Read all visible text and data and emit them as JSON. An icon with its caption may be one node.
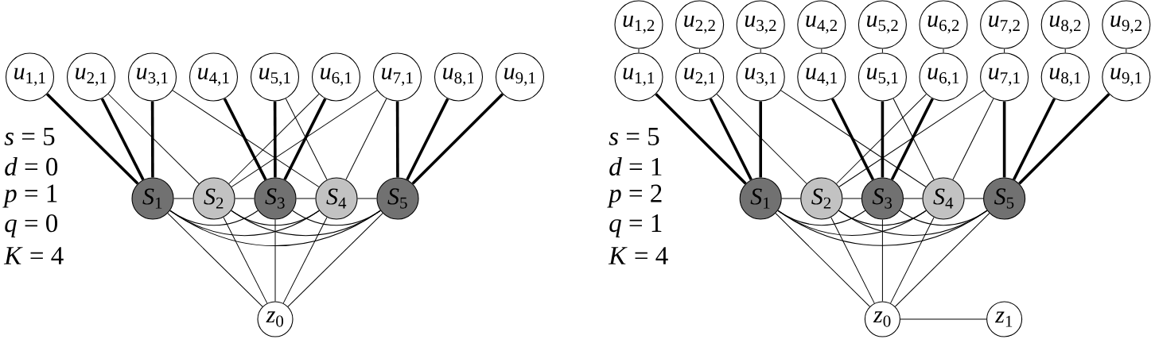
{
  "diagram": {
    "nodes": [
      {
        "text": [
          "*u*$_{1,1}$"
        ]
      },
      {
        "text": [
          "*u*$_{2,1}$"
        ]
      },
      {
        "text": [
          "*u*$_{3,1}$"
        ]
      },
      {
        "text": [
          "*u*$_{4,1}$"
        ]
      },
      {
        "text": [
          "*u*$_{5,1}$"
        ]
      },
      {
        "text": [
          "*u*$_{6,1}$"
        ]
      },
      {
        "text": [
          "*u*$_{7,1}$"
        ]
      },
      {
        "text": [
          "*u*$_{8,1}$"
        ]
      },
      {
        "text": [
          "*u*$_{9,1}$"
        ]
      },
      {
        "text": [
          "*S*$_{1}$"
        ]
      },
      {
        "text": [
          "*S*$_{2}$"
        ]
      },
      {
        "text": [
          "*S*$_{3}$"
        ]
      },
      {
        "text": [
          "*S*$_{4}$"
        ]
      },
      {
        "text": [
          "*S*$_{5}$"
        ]
      },
      {
        "text": [
          "*z*$_{0}$"
        ]
      },
      {
        "text": [
          "*u*$_{1,2}$"
        ]
      },
      {
        "text": [
          "*u*$_{2,2}$"
        ]
      },
      {
        "text": [
          "*u*$_{3,2}$"
        ]
      },
      {
        "text": [
          "*u*$_{4,2}$"
        ]
      },
      {
        "text": [
          "*u*$_{5,2}$"
        ]
      },
      {
        "text": [
          "*u*$_{6,2}$"
        ]
      },
      {
        "text": [
          "*u*$_{7,2}$"
        ]
      },
      {
        "text": [
          "*u*$_{8,2}$"
        ]
      },
      {
        "text": [
          "*u*$_{9,2}$"
        ]
      },
      {
        "text": [
          "*u*$_{1,1}$"
        ]
      },
      {
        "text": [
          "*u*$_{2,1}$"
        ]
      },
      {
        "text": [
          "*u*$_{3,1}$"
        ]
      },
      {
        "text": [
          "*u*$_{4,1}$"
        ]
      },
      {
        "text": [
          "*u*$_{5,1}$"
        ]
      },
      {
        "text": [
          "*u*$_{6,1}$"
        ]
      },
      {
        "text": [
          "*u*$_{7,1}$"
        ]
      },
      {
        "text": [
          "*u*$_{8,1}$"
        ]
      },
      {
        "text": [
          "*u*$_{9,1}$"
        ]
      },
      {
        "text": [
          "*S*$_{1}$"
        ]
      },
      {
        "text": [
          "*S*$_{2}$"
        ]
      },
      {
        "text": [
          "*S*$_{3}$"
        ]
      },
      {
        "text": [
          "*S*$_{4}$"
        ]
      },
      {
        "text": [
          "*S*$_{5}$"
        ]
      },
      {
        "text": [
          "*z*$_{0}$"
        ]
      },
      {
        "text": [
          "*z*$_{1}$"
        ]
      }
    ],
    "edges": [
      {
        "from": 0,
        "to": 9,
        "arrow": "none",
        "style": "thick"
      },
      {
        "from": 1,
        "to": 9,
        "arrow": "none",
        "style": "thick"
      },
      {
        "from": 1,
        "to": 10,
        "arrow": "none"
      },
      {
        "from": 2,
        "to": 9,
        "arrow": "none",
        "style": "thick"
      },
      {
        "from": 2,
        "to": 12,
        "arrow": "none"
      },
      {
        "from": 3,
        "to": 11,
        "arrow": "none",
        "style": "thick"
      },
      {
        "from": 4,
        "to": 11,
        "arrow": "none",
        "style": "thick"
      },
      {
        "from": 4,
        "to": 12,
        "arrow": "none"
      },
      {
        "from": 5,
        "to": 10,
        "arrow": "none"
      },
      {
        "from": 5,
        "to": 11,
        "arrow": "none",
        "style": "thick"
      },
      {
        "from": 6,
        "to": 10,
        "arrow": "none"
      },
      {
        "from": 6,
        "to": 12,
        "arrow": "none"
      },
      {
        "from": 6,
        "to": 13,
        "arrow": "none",
        "style": "thick"
      },
      {
        "from": 7,
        "to": 13,
        "arrow": "none",
        "style": "thick"
      },
      {
        "from": 8,
        "to": 13,
        "arrow": "none",
        "style": "thick"
      },
      {
        "from": 9,
        "to": 10,
        "arrow": "none"
      },
      {
        "from": 10,
        "to": 11,
        "arrow": "none"
      },
      {
        "from": 11,
        "to": 12,
        "arrow": "none"
      },
      {
        "from": 12,
        "to": 13,
        "arrow": "none"
      },
      {
        "from": 9,
        "to": 11,
        "arrow": "none"
      },
      {
        "from": 9,
        "to": 12,
        "arrow": "none"
      },
      {
        "from": 9,
        "to": 13,
        "arrow": "none"
      },
      {
        "from": 10,
        "to": 12,
        "arrow": "none"
      },
      {
        "from": 10,
        "to": 13,
        "arrow": "none"
      },
      {
        "from": 11,
        "to": 13,
        "arrow": "none"
      },
      {
        "from": 9,
        "to": 14,
        "arrow": "none"
      },
      {
        "from": 10,
        "to": 14,
        "arrow": "none"
      },
      {
        "from": 11,
        "to": 14,
        "arrow": "none"
      },
      {
        "from": 12,
        "to": 14,
        "arrow": "none"
      },
      {
        "from": 13,
        "to": 14,
        "arrow": "none"
      },
      {
        "from": 15,
        "to": 24,
        "arrow": "none"
      },
      {
        "from": 16,
        "to": 25,
        "arrow": "none"
      },
      {
        "from": 17,
        "to": 26,
        "arrow": "none"
      },
      {
        "from": 18,
        "to": 27,
        "arrow": "none"
      },
      {
        "from": 19,
        "to": 28,
        "arrow": "none"
      },
      {
        "from": 20,
        "to": 29,
        "arrow": "none"
      },
      {
        "from": 21,
        "to": 30,
        "arrow": "none"
      },
      {
        "from": 22,
        "to": 31,
        "arrow": "none"
      },
      {
        "from": 23,
        "to": 32,
        "arrow": "none"
      },
      {
        "from": 24,
        "to": 33,
        "arrow": "none",
        "style": "thick"
      },
      {
        "from": 25,
        "to": 33,
        "arrow": "none",
        "style": "thick"
      },
      {
        "from": 25,
        "to": 34,
        "arrow": "none"
      },
      {
        "from": 26,
        "to": 33,
        "arrow": "none",
        "style": "thick"
      },
      {
        "from": 26,
        "to": 36,
        "arrow": "none"
      },
      {
        "from": 27,
        "to": 35,
        "arrow": "none",
        "style": "thick"
      },
      {
        "from": 28,
        "to": 35,
        "arrow": "none",
        "style": "thick"
      },
      {
        "from": 28,
        "to": 36,
        "arrow": "none"
      },
      {
        "from": 29,
        "to": 34,
        "arrow": "none"
      },
      {
        "from": 29,
        "to": 35,
        "arrow": "none",
        "style": "thick"
      },
      {
        "from": 30,
        "to": 34,
        "arrow": "none"
      },
      {
        "from": 30,
        "to": 36,
        "arrow": "none"
      },
      {
        "from": 30,
        "to": 37,
        "arrow": "none",
        "style": "thick"
      },
      {
        "from": 31,
        "to": 37,
        "arrow": "none",
        "style": "thick"
      },
      {
        "from": 32,
        "to": 37,
        "arrow": "none",
        "style": "thick"
      },
      {
        "from": 33,
        "to": 34,
        "arrow": "none"
      },
      {
        "from": 34,
        "to": 35,
        "arrow": "none"
      },
      {
        "from": 35,
        "to": 36,
        "arrow": "none"
      },
      {
        "from": 36,
        "to": 37,
        "arrow": "none"
      },
      {
        "from": 33,
        "to": 35,
        "arrow": "none"
      },
      {
        "from": 33,
        "to": 36,
        "arrow": "none"
      },
      {
        "from": 33,
        "to": 37,
        "arrow": "none"
      },
      {
        "from": 34,
        "to": 36,
        "arrow": "none"
      },
      {
        "from": 34,
        "to": 37,
        "arrow": "none"
      },
      {
        "from": 35,
        "to": 37,
        "arrow": "none"
      },
      {
        "from": 33,
        "to": 38,
        "arrow": "none"
      },
      {
        "from": 34,
        "to": 38,
        "arrow": "none"
      },
      {
        "from": 35,
        "to": 38,
        "arrow": "none"
      },
      {
        "from": 36,
        "to": 38,
        "arrow": "none"
      },
      {
        "from": 37,
        "to": 38,
        "arrow": "none"
      },
      {
        "from": 38,
        "to": 39,
        "arrow": "none"
      }
    ],
    "labels": [
      "*s* = 5",
      "*d* = 0",
      "*p* = 1",
      "*q* = 0",
      "*K* = 4",
      "*s* = 5",
      "*d* = 1",
      "*p* = 2",
      "*q* = 1",
      "*K* = 4"
    ]
  }
}
